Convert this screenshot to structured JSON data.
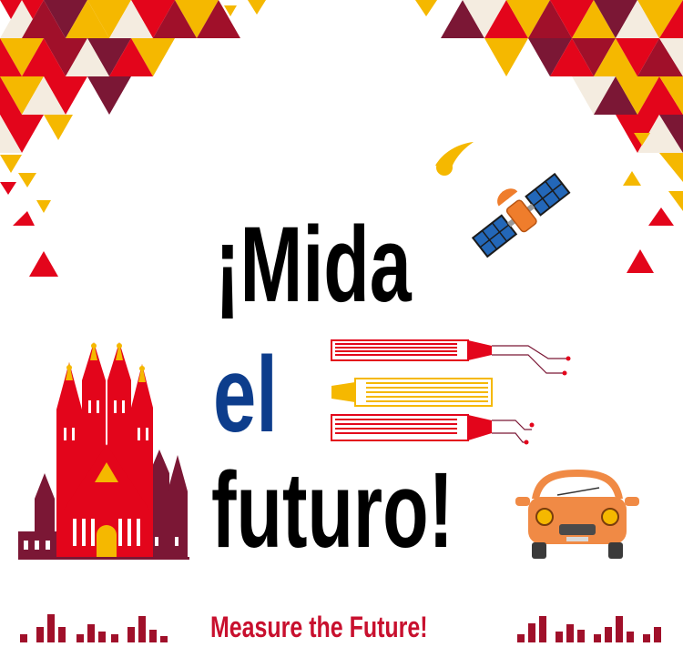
{
  "headline": {
    "line1": "¡Mida",
    "line2": "el",
    "line3": "futuro!"
  },
  "tagline": "Measure the Future!",
  "colors": {
    "title_black": "#000000",
    "title_blue": "#0d3d8c",
    "tagline_red": "#c8102e",
    "red": "#e3051b",
    "crimson": "#a0102a",
    "maroon": "#7b1735",
    "yellow": "#f5b800",
    "cream": "#f4ece0",
    "car_orange": "#f08a45",
    "satellite_blue": "#2367b8",
    "satellite_orange": "#ef7d2c"
  },
  "icons": [
    "sagrada-familia-icon",
    "satellite-icon",
    "comet-icon",
    "strain-gauge-icon",
    "car-icon",
    "bar-graph-icon"
  ]
}
